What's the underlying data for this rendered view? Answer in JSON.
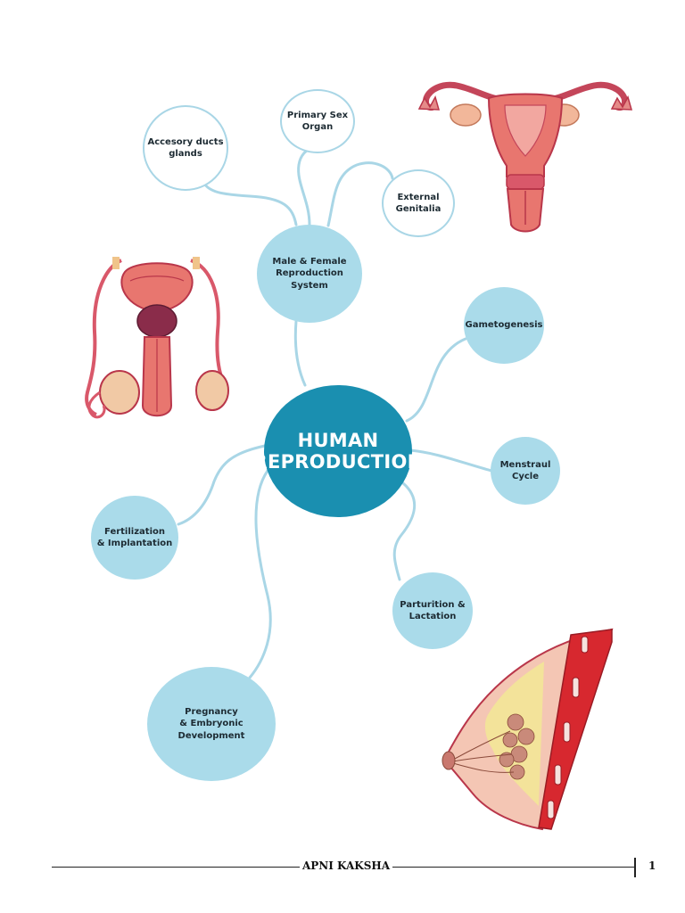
{
  "diagram": {
    "center": {
      "label": "HUMAN\nREPRODUCTION"
    },
    "nodes": {
      "accessory": "Accesory ducts\nglands",
      "primary": "Primary Sex\nOrgan",
      "external": "External\nGenitalia",
      "system": "Male & Female\nReproduction System",
      "gametogenesis": "Gametogenesis",
      "menstrual": "Menstraul\nCycle",
      "fertilization": "Fertilization\n& Implantation",
      "parturition": "Parturition &\nLactation",
      "pregnancy": "Pregnancy\n& Embryonic Development"
    },
    "colors": {
      "center": "#1a8fb0",
      "node": "#aadbea",
      "connector": "#a9d6e6",
      "illustration_flesh": "#e8766f",
      "illustration_dark": "#b9364a"
    }
  },
  "footer": {
    "brand": "APNI KAKSHA",
    "page_number": "1"
  }
}
